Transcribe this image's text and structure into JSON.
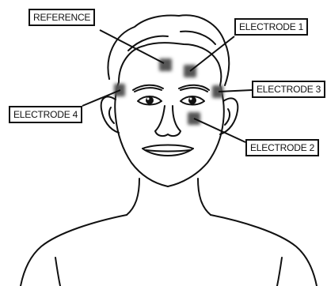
{
  "labels": {
    "reference": "REFERENCE",
    "electrode1": "ELECTRODE 1",
    "electrode2": "ELECTRODE 2",
    "electrode3": "ELECTRODE 3",
    "electrode4": "ELECTRODE 4"
  },
  "colors": {
    "line": "#111111",
    "electrode_pad": "#555555",
    "background": "#ffffff"
  }
}
